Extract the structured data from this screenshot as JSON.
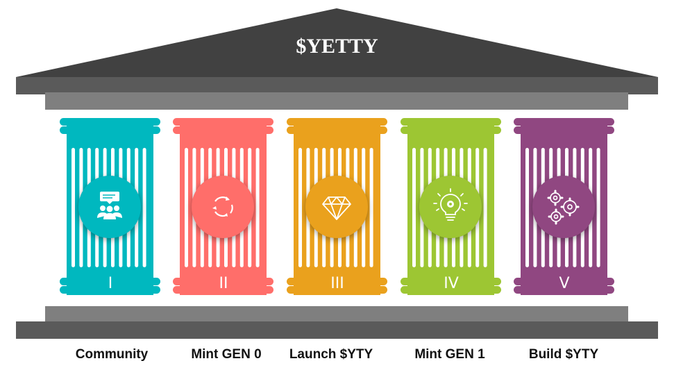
{
  "title": "$YETTY",
  "colors": {
    "roof": "#414141",
    "beam_dark": "#5a5a5a",
    "beam_light": "#7f7f7f",
    "icon_stroke": "#ffffff"
  },
  "pillars": [
    {
      "numeral": "I",
      "label": "Community",
      "color": "#00b8bf",
      "icon": "community-chat-icon"
    },
    {
      "numeral": "II",
      "label": "Mint GEN 0",
      "color": "#ff6e6a",
      "icon": "refresh-cycle-icon"
    },
    {
      "numeral": "III",
      "label": "Launch $YTY",
      "color": "#eaa11d",
      "icon": "diamond-icon"
    },
    {
      "numeral": "IV",
      "label": "Mint GEN 1",
      "color": "#9dc633",
      "icon": "lightbulb-gear-icon"
    },
    {
      "numeral": "V",
      "label": "Build $YTY",
      "color": "#904781",
      "icon": "gears-icon"
    }
  ]
}
